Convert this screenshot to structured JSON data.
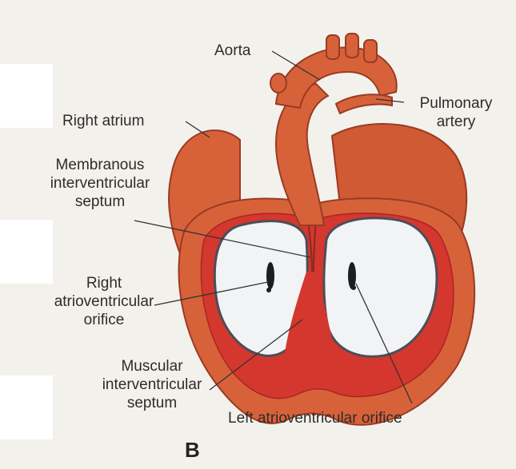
{
  "figure": {
    "panel_label": "B",
    "labels": {
      "aorta": "Aorta",
      "pulmonary_artery": [
        "Pulmonary",
        "artery"
      ],
      "right_atrium": "Right atrium",
      "membranous_septum": [
        "Membranous",
        "interventricular",
        "septum"
      ],
      "right_av_orifice": [
        "Right",
        "atrioventricular",
        "orifice"
      ],
      "muscular_septum": [
        "Muscular",
        "interventricular",
        "septum"
      ],
      "left_av_orifice": "Left atrioventricular orifice"
    }
  },
  "colors": {
    "heart_outer": "#d7623a",
    "heart_inner_red": "#d4372e",
    "chamber": "#f2f3f5",
    "chamber_shadow": "#4a4f5a",
    "outline": "#9a3a24"
  }
}
